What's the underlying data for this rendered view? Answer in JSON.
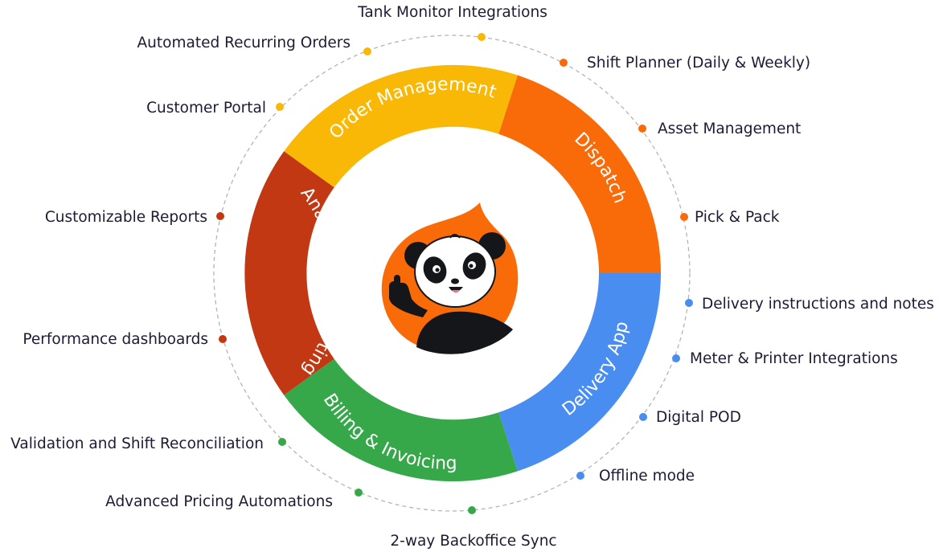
{
  "colors": {
    "order_management": "#f9b806",
    "dispatch": "#f96b08",
    "delivery_app": "#4a8df0",
    "billing": "#36a84a",
    "analytics": "#c23812",
    "outer_ring": "#b4b4b4"
  },
  "segments": [
    {
      "id": "order-management",
      "label": "Order Management",
      "color_key": "order_management"
    },
    {
      "id": "dispatch",
      "label": "Dispatch",
      "color_key": "dispatch"
    },
    {
      "id": "delivery-app",
      "label": "Delivery App",
      "color_key": "delivery_app"
    },
    {
      "id": "billing",
      "label": "Billing & Invoicing",
      "color_key": "billing"
    },
    {
      "id": "analytics",
      "label": "Analytics & Reporting",
      "color_key": "analytics"
    }
  ],
  "features": [
    {
      "id": "tank-monitor",
      "label": "Tank Monitor Integrations",
      "color_key": "order_management"
    },
    {
      "id": "recurring-orders",
      "label": "Automated Recurring Orders",
      "color_key": "order_management"
    },
    {
      "id": "customer-portal",
      "label": "Customer Portal",
      "color_key": "order_management"
    },
    {
      "id": "shift-planner",
      "label": "Shift Planner (Daily & Weekly)",
      "color_key": "dispatch"
    },
    {
      "id": "asset-management",
      "label": "Asset Management",
      "color_key": "dispatch"
    },
    {
      "id": "pick-pack",
      "label": "Pick & Pack",
      "color_key": "dispatch"
    },
    {
      "id": "delivery-instructions",
      "label": "Delivery instructions and notes",
      "color_key": "delivery_app"
    },
    {
      "id": "meter-printer",
      "label": "Meter & Printer Integrations",
      "color_key": "delivery_app"
    },
    {
      "id": "digital-pod",
      "label": "Digital POD",
      "color_key": "delivery_app"
    },
    {
      "id": "offline-mode",
      "label": "Offline mode",
      "color_key": "delivery_app"
    },
    {
      "id": "backoffice-sync",
      "label": "2-way Backoffice Sync",
      "color_key": "billing"
    },
    {
      "id": "pricing-automations",
      "label": "Advanced Pricing Automations",
      "color_key": "billing"
    },
    {
      "id": "shift-reconciliation",
      "label": "Validation and Shift Reconciliation",
      "color_key": "billing"
    },
    {
      "id": "customizable-reports",
      "label": "Customizable Reports",
      "color_key": "analytics"
    },
    {
      "id": "performance-dashboards",
      "label": "Performance dashboards",
      "color_key": "analytics"
    }
  ],
  "mascot": {
    "icon": "panda-thumbs-up-icon"
  }
}
